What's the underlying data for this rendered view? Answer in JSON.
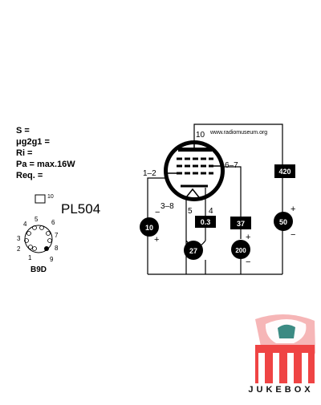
{
  "specs": {
    "s": "S =",
    "mu": "μg2g1 =",
    "ri": "Ri =",
    "pa": "Pa = max.16W",
    "req": "Req. ="
  },
  "tube": {
    "name": "PL504",
    "base": "B9D",
    "top_cap": "10",
    "base_pins": [
      "1",
      "2",
      "3",
      "4",
      "5",
      "6",
      "7",
      "8",
      "9"
    ]
  },
  "pins": {
    "anode": "10",
    "g2": "6–7",
    "g1": "1–2",
    "heater_a": "3–8",
    "cathode": "5",
    "g3": "4"
  },
  "watermark": "www.radiomuseum.org",
  "values": {
    "ua": "420",
    "ug2_current": "37",
    "ug2": "200",
    "ug1": "10",
    "ia": "50",
    "ig": "0.3",
    "ik": "27"
  },
  "polarity": {
    "plus": "+",
    "minus": "−"
  },
  "logo": {
    "text": "JUKEBOX"
  }
}
